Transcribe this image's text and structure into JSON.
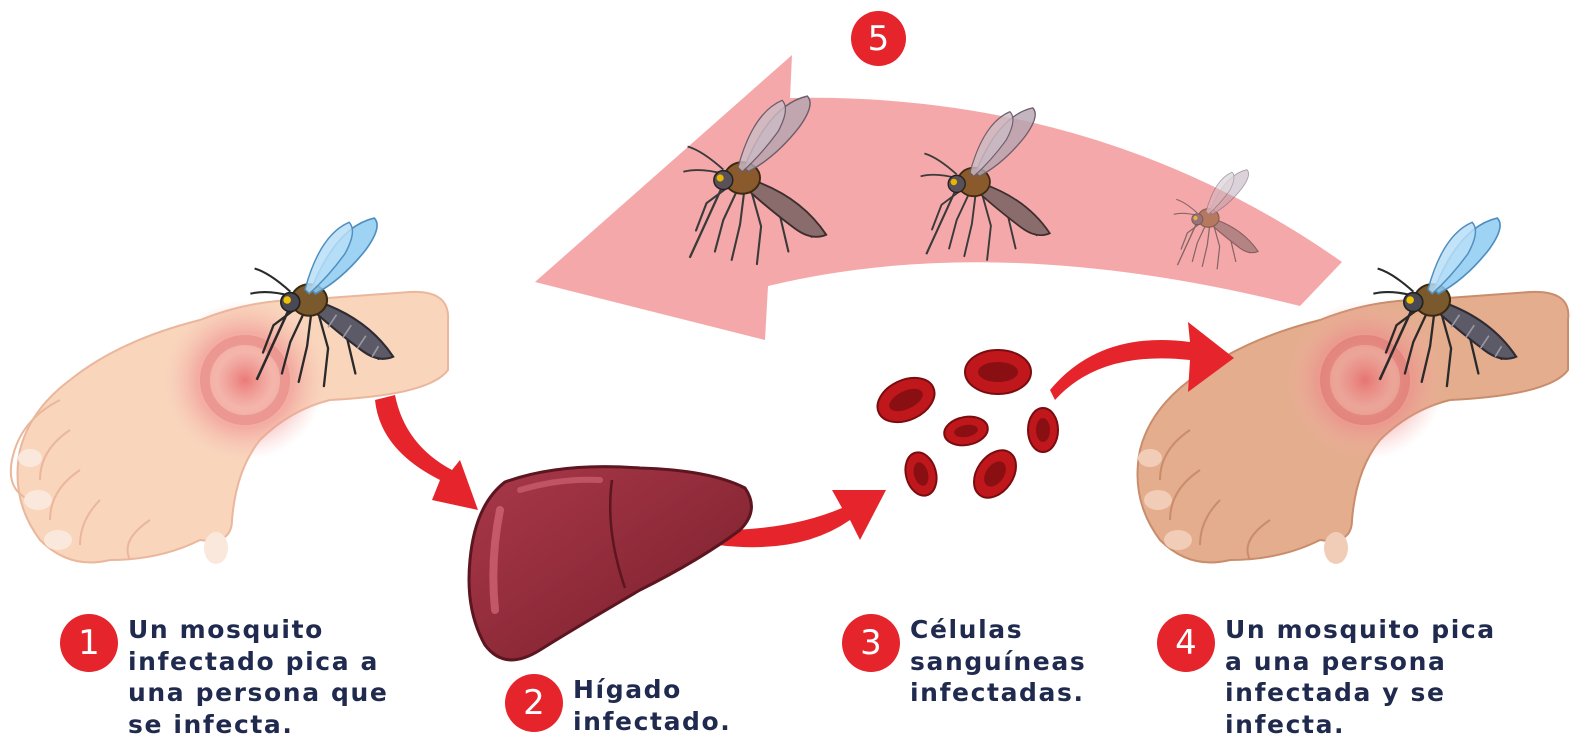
{
  "colors": {
    "accent": "#e5252b",
    "text": "#1f2a4e",
    "cycle_arrow": "#f5a8aa",
    "liver": "#8d2836",
    "blood_cell": "#c0171c"
  },
  "steps": [
    {
      "number": "1",
      "lines": [
        "Un mosquito",
        "infectado pica a",
        "una persona que",
        "se infecta."
      ]
    },
    {
      "number": "2",
      "lines": [
        "Hígado",
        "infectado."
      ]
    },
    {
      "number": "3",
      "lines": [
        "Células",
        "sanguíneas",
        "infectadas."
      ]
    },
    {
      "number": "4",
      "lines": [
        "Un mosquito pica",
        "a una persona",
        "infectada y se",
        "infecta."
      ]
    },
    {
      "number": "5",
      "lines": []
    }
  ]
}
